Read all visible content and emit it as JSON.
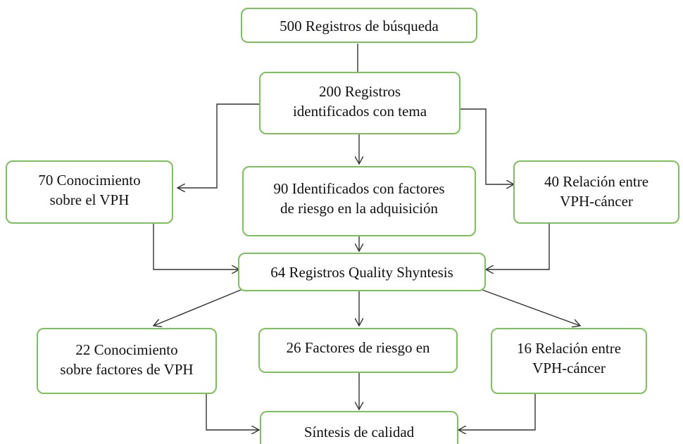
{
  "nodes": {
    "search": {
      "text": "500 Registros de búsqueda"
    },
    "identified": {
      "text": "200 Registros\nidentificados con tema"
    },
    "knowledge": {
      "text": "70 Conocimiento\nsobre el VPH"
    },
    "risk": {
      "text": "90 Identificados con factores\nde riesgo en la adquisición"
    },
    "relation": {
      "text": "40 Relación entre\nVPH-cáncer"
    },
    "quality": {
      "text": "64 Registros Quality Shyntesis"
    },
    "knowledge_factors": {
      "text": "22 Conocimiento\nsobre factores de VPH"
    },
    "risk_factors": {
      "text": "26 Factores de riesgo en"
    },
    "relation_cancer": {
      "text": "16 Relación entre\nVPH-cáncer"
    },
    "synthesis": {
      "text": "Síntesis de calidad"
    }
  },
  "colors": {
    "border": "#7cc15a",
    "arrow": "#333333"
  }
}
